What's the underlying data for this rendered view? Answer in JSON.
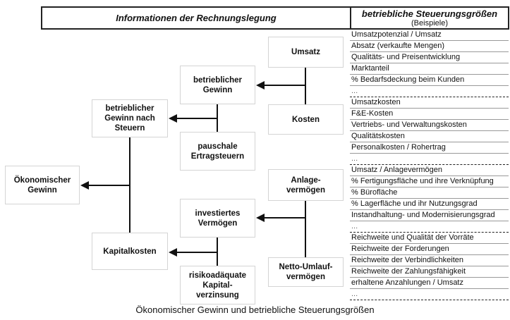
{
  "header": {
    "left_title": "Informationen der Rechnungslegung",
    "right_title": "betriebliche Steuerungsgrößen",
    "right_subtitle": "(Beispiele)"
  },
  "boxes": {
    "umsatz": "Umsatz",
    "kosten": "Kosten",
    "betrieblicher_gewinn": "betrieblicher\nGewinn",
    "pauschale_ertragsteuern": "pauschale\nErtragsteuern",
    "gewinn_nach_steuern": "betrieblicher\nGewinn nach\nSteuern",
    "oekonomischer_gewinn": "Ökonomischer\nGewinn",
    "anlagevermoegen": "Anlage-\nvermögen",
    "netto_umlaufvermoegen": "Netto-Umlauf-\nvermögen",
    "investiertes_vermoegen": "investiertes\nVermögen",
    "kapitalkosten": "Kapitalkosten",
    "risiko_verzinsung": "risikoadäquate\nKapital-\nverzinsung"
  },
  "lists": [
    [
      "Umsatzpotenzial / Umsatz",
      "Absatz (verkaufte Mengen)",
      "Qualitäts- und Preisentwicklung",
      "Marktanteil",
      "% Bedarfsdeckung beim Kunden",
      "..."
    ],
    [
      "Umsatzkosten",
      "F&E-Kosten",
      "Vertriebs- und Verwaltungskosten",
      "Qualitätskosten",
      "Personalkosten / Rohertrag",
      "..."
    ],
    [
      "Umsatz / Anlagevermögen",
      "% Fertigungsfläche und ihre Verknüpfung",
      "% Bürofläche",
      "% Lagerfläche und ihr Nutzungsgrad",
      "Instandhaltung- und Modernisierungsgrad",
      "..."
    ],
    [
      "Reichweite und Qualität der Vorräte",
      "Reichweite der Forderungen",
      "Reichweite der Verbindlichkeiten",
      "Reichweite der Zahlungsfähigkeit",
      "erhaltene Anzahlungen / Umsatz",
      "..."
    ]
  ],
  "caption": "Ökonomischer Gewinn und betriebliche Steuerungsgrößen"
}
